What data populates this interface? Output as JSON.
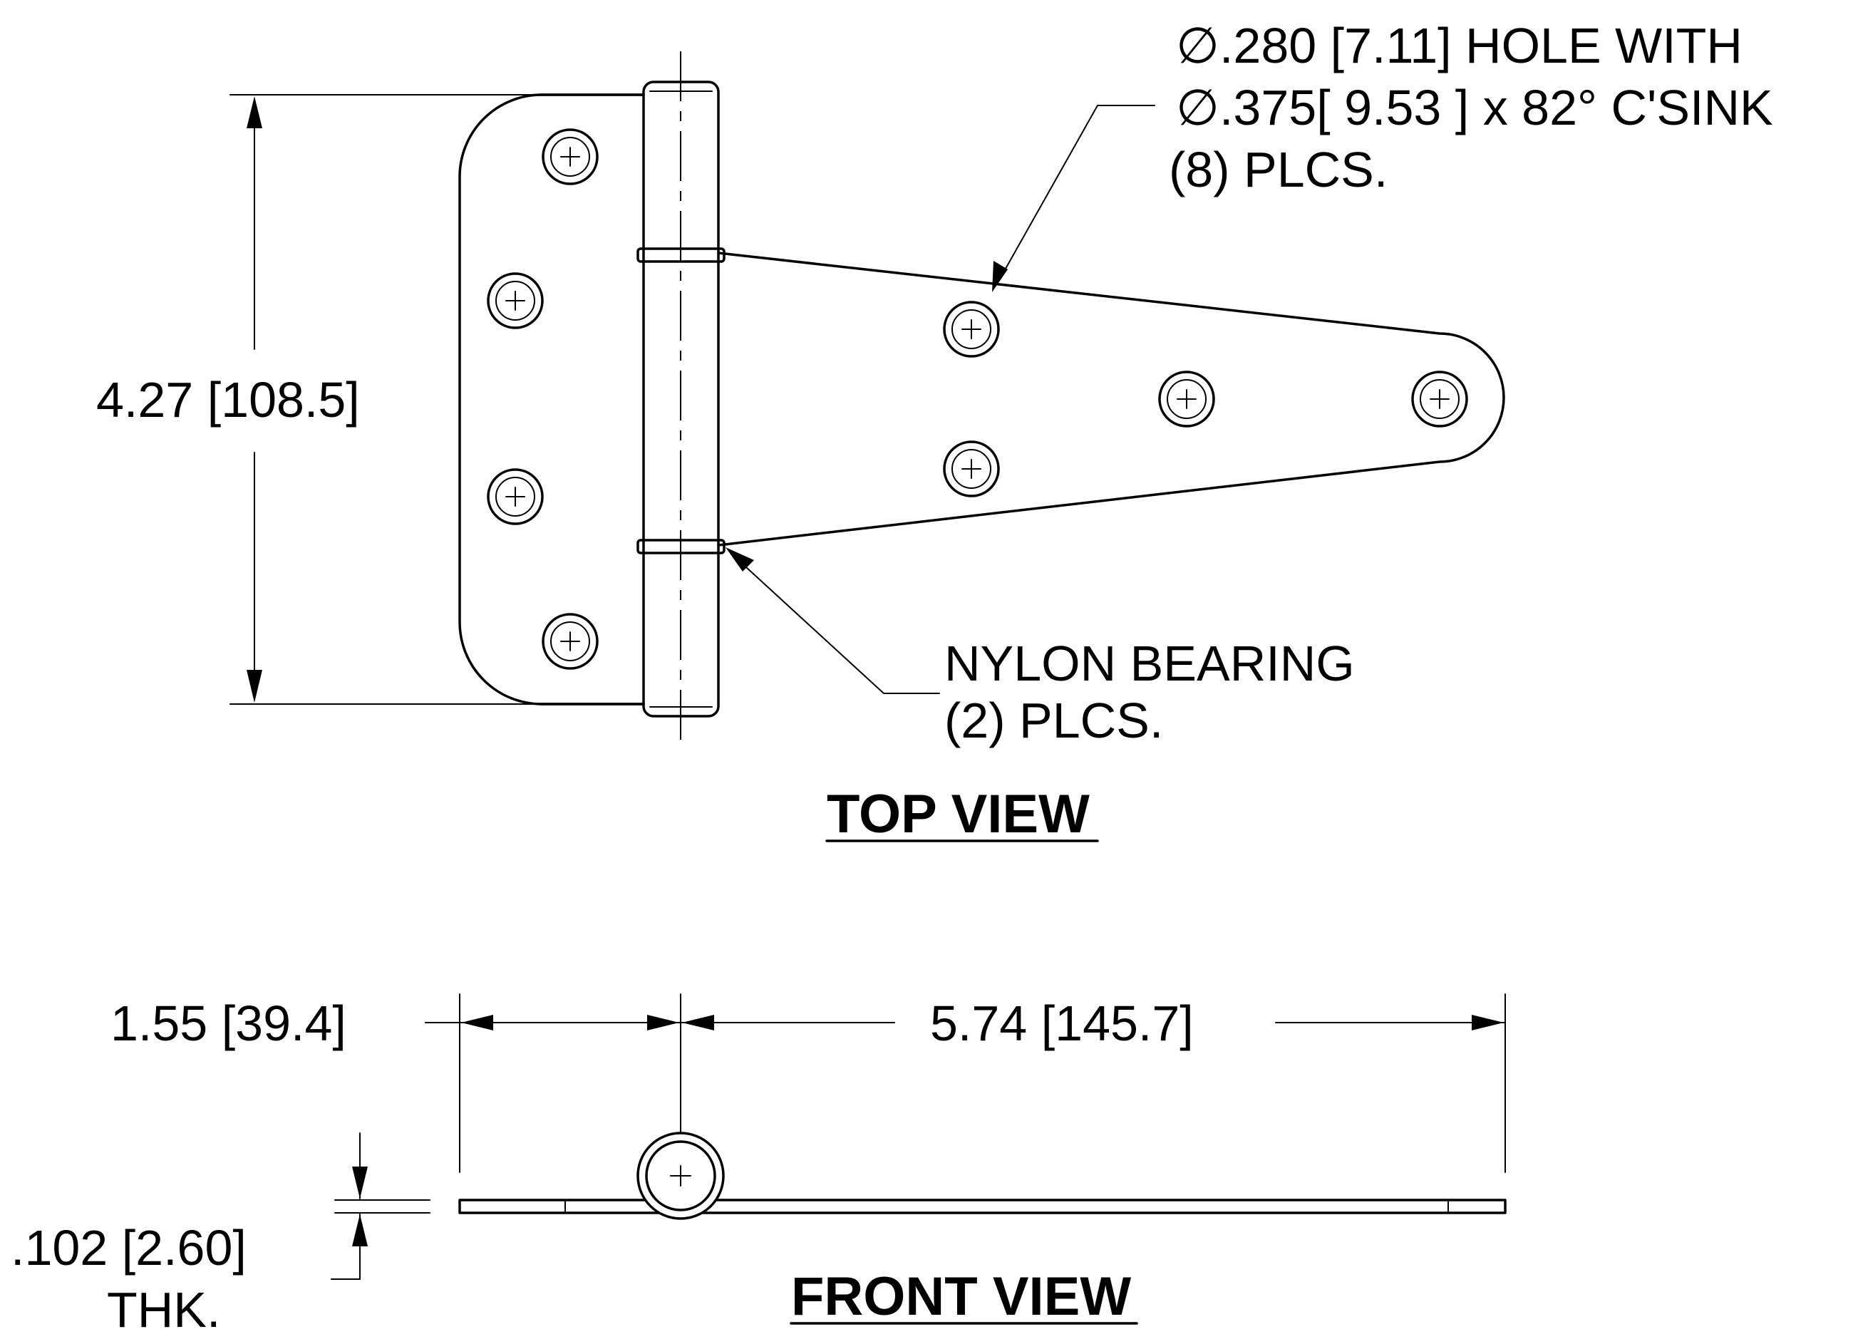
{
  "callouts": {
    "hole_line1": "∅.280 [7.11] HOLE WITH",
    "hole_line2": "∅.375[ 9.53 ] x 82° C'SINK",
    "hole_line3": "(8) PLCS.",
    "bearing_line1": "NYLON BEARING",
    "bearing_line2": "(2) PLCS."
  },
  "dimensions": {
    "height": "4.27 [108.5]",
    "pin_offset": "1.55 [39.4]",
    "length": "5.74 [145.7]",
    "thickness": ".102 [2.60]",
    "thickness_suffix": "THK."
  },
  "views": {
    "top": "TOP VIEW",
    "front": "FRONT VIEW"
  },
  "hole_count": 8
}
